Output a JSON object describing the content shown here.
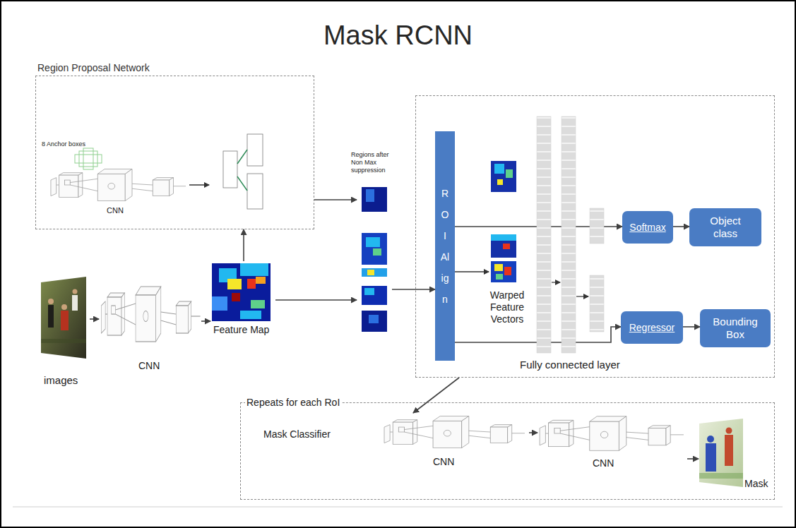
{
  "diagram": {
    "title": "Mask RCNN",
    "nodes": [
      {
        "text": [
          "Region Proposal Network",
          "8 Anchor boxes",
          "CNN"
        ]
      },
      {
        "text": [
          "images"
        ]
      },
      {
        "text": [
          "CNN"
        ]
      },
      {
        "text": [
          "Feature Map"
        ]
      },
      {
        "text": [
          "Regions after Non Max suppression"
        ]
      },
      {
        "text": [
          "Warped Feature Vectors",
          "Fully connected layer"
        ]
      },
      {
        "text": [
          "ROI Align"
        ],
        "in": 5
      },
      {
        "text": [
          "Softmax"
        ],
        "in": 5
      },
      {
        "text": [
          "Object class"
        ],
        "in": 5
      },
      {
        "text": [
          "Regressor"
        ],
        "in": 5
      },
      {
        "text": [
          "Bounding Box"
        ],
        "in": 5
      },
      {
        "text": [
          "Repeats for each RoI",
          "Mask Classifier"
        ]
      },
      {
        "text": [
          "CNN"
        ],
        "in": 11
      },
      {
        "text": [
          "CNN"
        ],
        "in": 11
      },
      {
        "text": [
          "Mask"
        ],
        "in": 11
      }
    ],
    "edges": [
      {
        "from": 1,
        "to": 2,
        "arrow": "to"
      },
      {
        "from": 2,
        "to": 3,
        "arrow": "to"
      },
      {
        "from": 3,
        "to": 0,
        "arrow": "to"
      },
      {
        "from": 0,
        "to": 4,
        "arrow": "to"
      },
      {
        "from": 3,
        "to": 4,
        "arrow": "to"
      },
      {
        "from": 4,
        "to": 6,
        "arrow": "to"
      },
      {
        "from": 6,
        "to": 7,
        "arrow": "to"
      },
      {
        "from": 6,
        "to": 9,
        "arrow": "to"
      },
      {
        "from": 7,
        "to": 8,
        "arrow": "to"
      },
      {
        "from": 9,
        "to": 10,
        "arrow": "to"
      },
      {
        "from": 5,
        "to": 12,
        "arrow": "to"
      },
      {
        "from": 12,
        "to": 13,
        "arrow": "to"
      },
      {
        "from": 13,
        "to": 14,
        "arrow": "to"
      }
    ]
  }
}
